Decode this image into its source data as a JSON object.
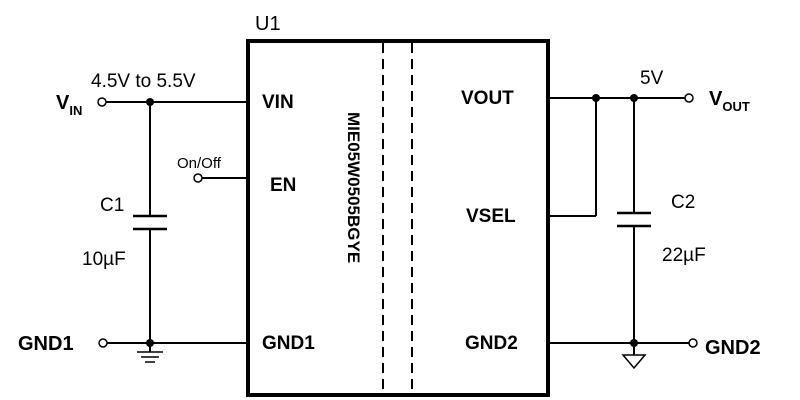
{
  "component": {
    "ref": "U1",
    "part_number": "MIE05W0505BGYE"
  },
  "pins": {
    "vin": "VIN",
    "en": "EN",
    "gnd1": "GND1",
    "vout": "VOUT",
    "vsel": "VSEL",
    "gnd2": "GND2"
  },
  "terminals": {
    "vin_main": "V",
    "vin_sub": "IN",
    "vin_range": "4.5V to 5.5V",
    "on_off": "On/Off",
    "gnd1": "GND1",
    "vout_main": "V",
    "vout_sub": "OUT",
    "vout_value": "5V",
    "gnd2": "GND2"
  },
  "capacitors": {
    "c1_ref": "C1",
    "c1_value": "10µF",
    "c2_ref": "C2",
    "c2_value": "22µF"
  }
}
